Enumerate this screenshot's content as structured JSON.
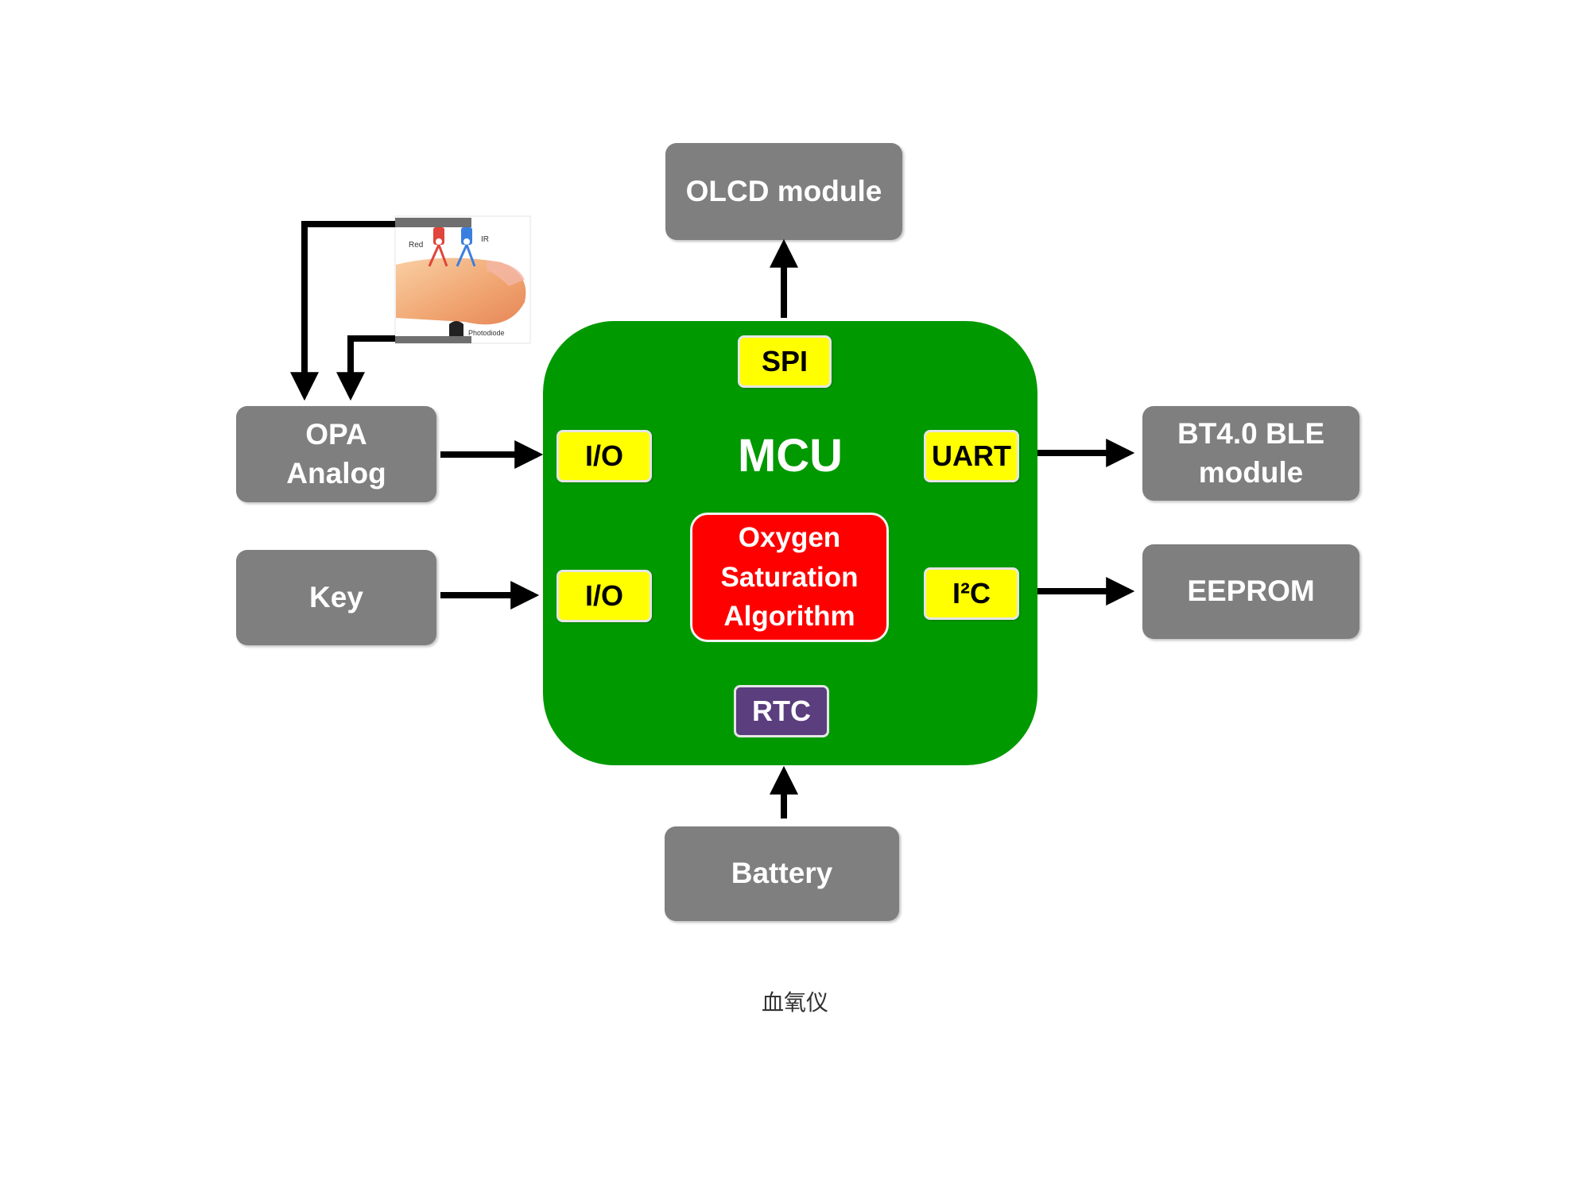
{
  "blocks": {
    "olcd": "OLCD module",
    "opa": "OPA\nAnalog",
    "key": "Key",
    "bt": "BT4.0 BLE\n   module",
    "eeprom": "EEPROM",
    "battery": "Battery"
  },
  "mcu": {
    "title": "MCU",
    "spi": "SPI",
    "io_top": "I/O",
    "io_bottom": "I/O",
    "uart": "UART",
    "i2c": "I²C",
    "rtc": "RTC",
    "algorithm": "Oxygen\nSaturation\nAlgorithm"
  },
  "sensor": {
    "red_label": "Red",
    "ir_label": "IR",
    "photodiode_label": "Photodiode"
  },
  "caption": "血氧仪",
  "colors": {
    "block": "#7f7f7f",
    "mcu": "#009900",
    "interface": "#ffff00",
    "algorithm": "#ff0000",
    "rtc": "#5a3e7e"
  }
}
